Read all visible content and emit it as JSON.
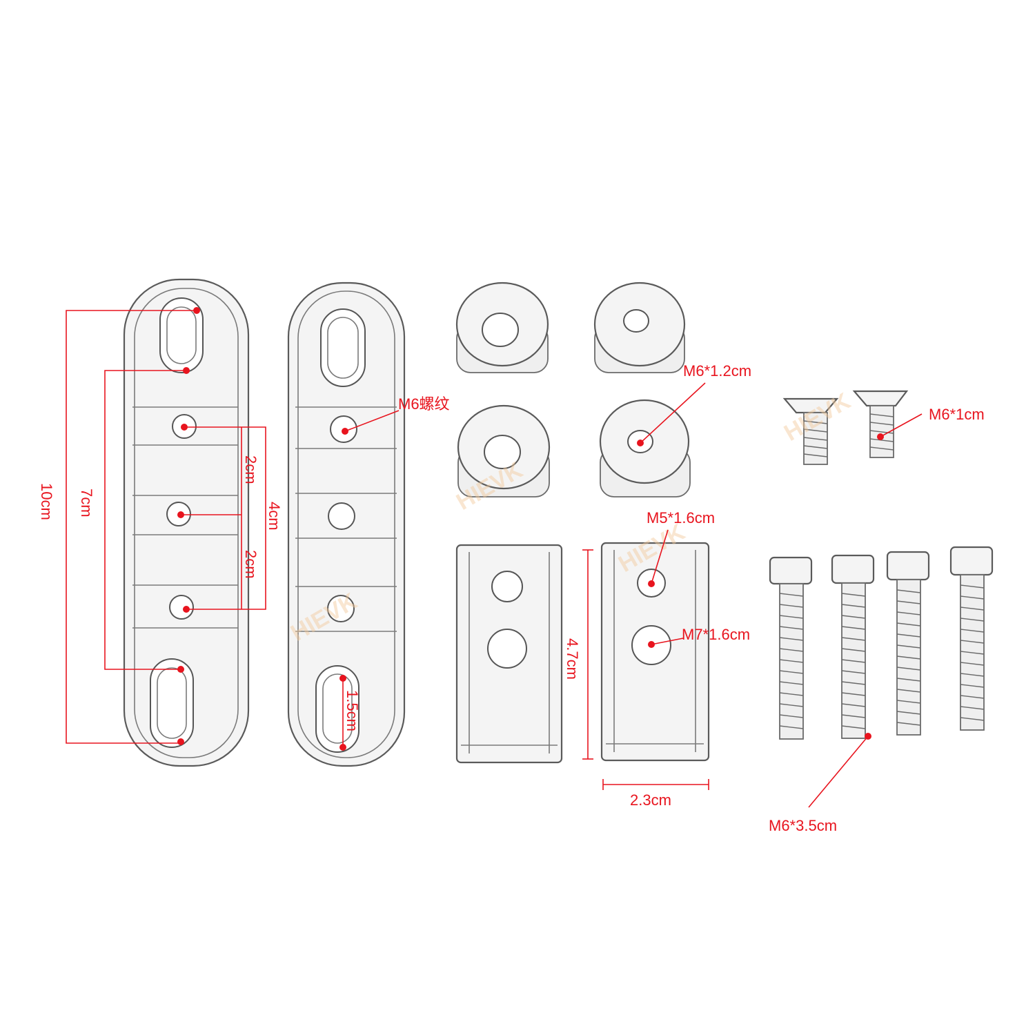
{
  "watermark": "HIEVK",
  "colors": {
    "annotation": "#e8141e",
    "outline": "#5a5a5a"
  },
  "labels": {
    "bracket_total_length": "10cm",
    "bracket_slot_span": "7cm",
    "bracket_hole_span": "4cm",
    "hole_pitch_upper": "2cm",
    "hole_pitch_lower": "2cm",
    "bracket_thread": "M6螺纹",
    "slot_length": "1.5cm",
    "spacer_thread": "M6*1.2cm",
    "countersunk_screw": "M6*1cm",
    "block_small_hole": "M5*1.6cm",
    "block_large_hole": "M7*1.6cm",
    "block_height": "4.7cm",
    "block_width": "2.3cm",
    "cap_screw": "M6*3.5cm"
  }
}
